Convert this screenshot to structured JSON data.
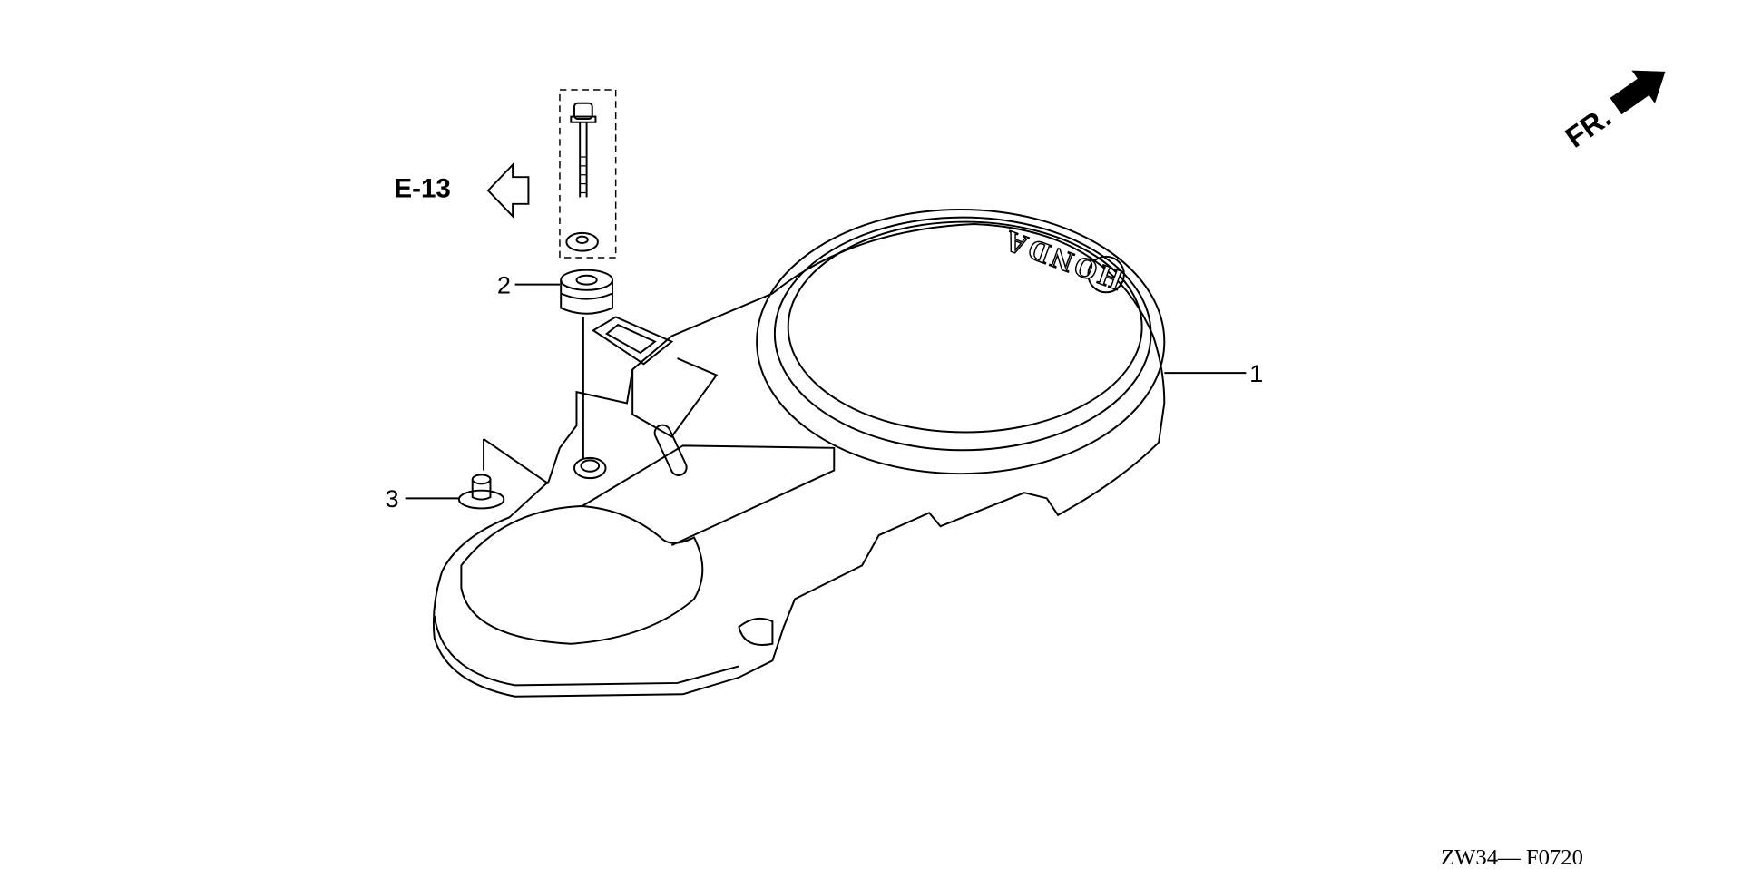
{
  "diagram": {
    "reference_arrow": {
      "label": "E-13"
    },
    "direction_indicator": {
      "label": "FR."
    },
    "logo_text": "HONDA",
    "callouts": [
      {
        "number": "1",
        "part": "cover"
      },
      {
        "number": "2",
        "part": "grommet"
      },
      {
        "number": "3",
        "part": "collar"
      }
    ],
    "figure_code": "ZW34— F0720"
  }
}
